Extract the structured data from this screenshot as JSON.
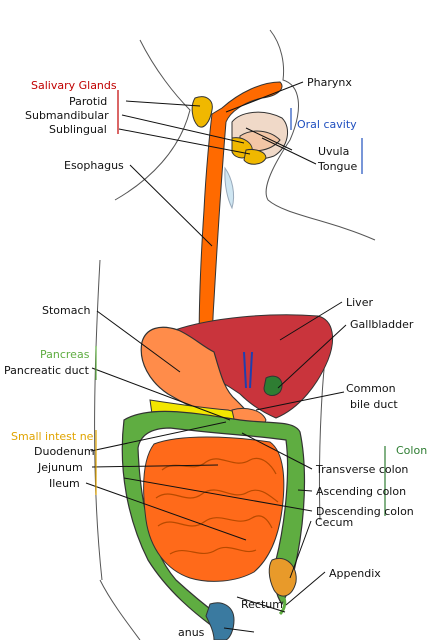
{
  "colors": {
    "esophagus": "#ff6a00",
    "stomach": "#ff8c4a",
    "liver": "#c9343c",
    "gallbladder": "#2e7d32",
    "small_intestine": "#ff6a1a",
    "colon": "#5fad41",
    "rectum": "#3a7aa0",
    "gland": "#f0b800",
    "pancreas": "#f2e600",
    "tongue": "#f3c6a6",
    "red_label": "#c00000",
    "green_label": "#2e7d32",
    "blue_label": "#1f4fbf",
    "orange_label": "#e0a400"
  },
  "groups": {
    "salivary": "Salivary Glands",
    "oral": "Oral cavity",
    "pancreas": "Pancreas",
    "small": "Small intest ne",
    "colon": "Colon"
  },
  "labels": {
    "pharynx": "Pharynx",
    "parotid": "Parotid",
    "submandibular": "Submandibular",
    "sublingual": "Sublingual",
    "uvula": "Uvula",
    "tongue": "Tongue",
    "esophagus": "Esophagus",
    "liver": "Liver",
    "gallbladder": "Gallbladder",
    "stomach": "Stomach",
    "pancreatic_duct": "Pancreatic duct",
    "common": "Common",
    "bile_duct": "bile duct",
    "duodenum": "Duodenum",
    "jejunum": "Jejunum",
    "ileum": "Ileum",
    "transverse": "Transverse colon",
    "ascending": "Ascending colon",
    "descending": "Descending colon",
    "cecum": "Cecum",
    "appendix": "Appendix",
    "rectum": "Rectum",
    "anus": "anus"
  }
}
